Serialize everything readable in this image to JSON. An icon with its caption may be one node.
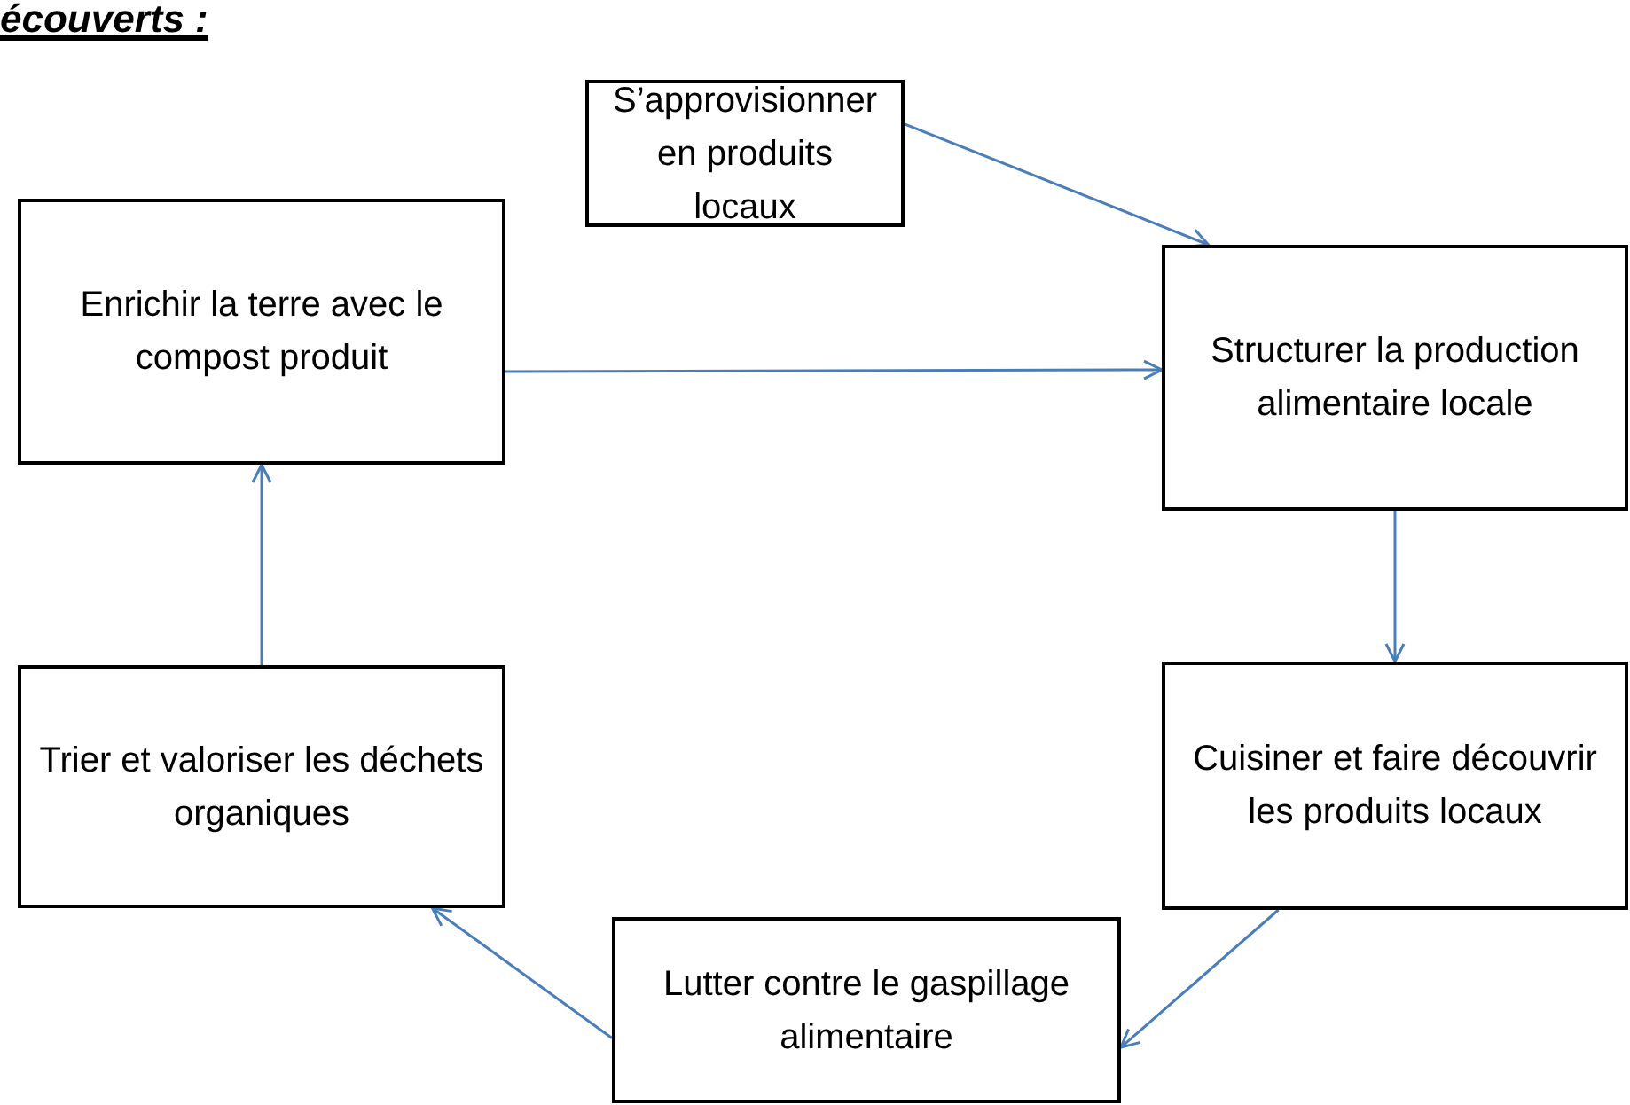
{
  "diagram": {
    "title": "écouverts :",
    "nodes": [
      {
        "text": [
          "S’approvisionner en produits locaux"
        ]
      },
      {
        "text": [
          "Structurer la production alimentaire locale"
        ]
      },
      {
        "text": [
          "Cuisiner et faire découvrir les produits locaux"
        ]
      },
      {
        "text": [
          "Lutter contre le gaspillage alimentaire"
        ]
      },
      {
        "text": [
          "Trier et valoriser les déchets organiques"
        ]
      },
      {
        "text": [
          "Enrichir la terre avec le compost produit"
        ]
      }
    ],
    "edges": [
      {
        "from": 0,
        "to": 1,
        "arrow": "to"
      },
      {
        "from": 1,
        "to": 2,
        "arrow": "to"
      },
      {
        "from": 2,
        "to": 3,
        "arrow": "to"
      },
      {
        "from": 3,
        "to": 4,
        "arrow": "to"
      },
      {
        "from": 4,
        "to": 5,
        "arrow": "to"
      },
      {
        "from": 5,
        "to": 1,
        "arrow": "to"
      }
    ]
  }
}
